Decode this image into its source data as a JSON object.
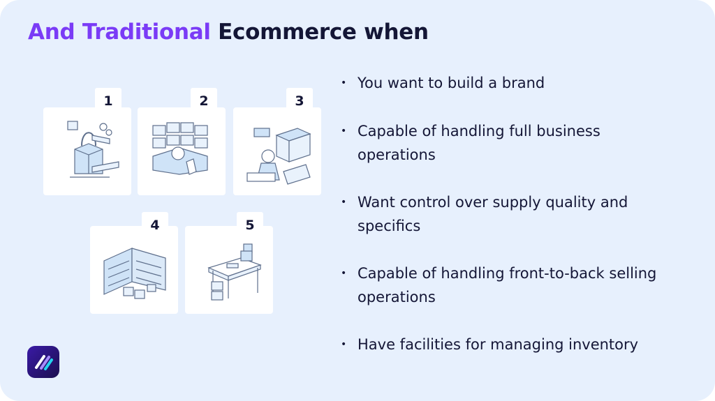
{
  "title": {
    "highlight": "And Traditional",
    "rest": "Ecommerce when"
  },
  "steps": [
    {
      "number": "1",
      "icon": "brand-building-icon"
    },
    {
      "number": "2",
      "icon": "operations-control-room-icon"
    },
    {
      "number": "3",
      "icon": "supply-quality-icon"
    },
    {
      "number": "4",
      "icon": "warehouse-icon"
    },
    {
      "number": "5",
      "icon": "inventory-desk-icon"
    }
  ],
  "bullets": [
    {
      "text": "You want to build a brand"
    },
    {
      "text": "Capable of handling full business operations"
    },
    {
      "text": "Want control over supply quality and specifics"
    },
    {
      "text": "Capable of handling front-to-back selling operations"
    },
    {
      "text": "Have facilities for managing inventory"
    }
  ],
  "bullet_symbol": "•",
  "logo": {
    "icon": "app-logo-icon"
  },
  "colors": {
    "background": "#e7f0fd",
    "accent": "#7a3bf6",
    "text": "#141636",
    "illustration_line": "#5e6f8c",
    "illustration_fill": "#cfe3f7"
  }
}
